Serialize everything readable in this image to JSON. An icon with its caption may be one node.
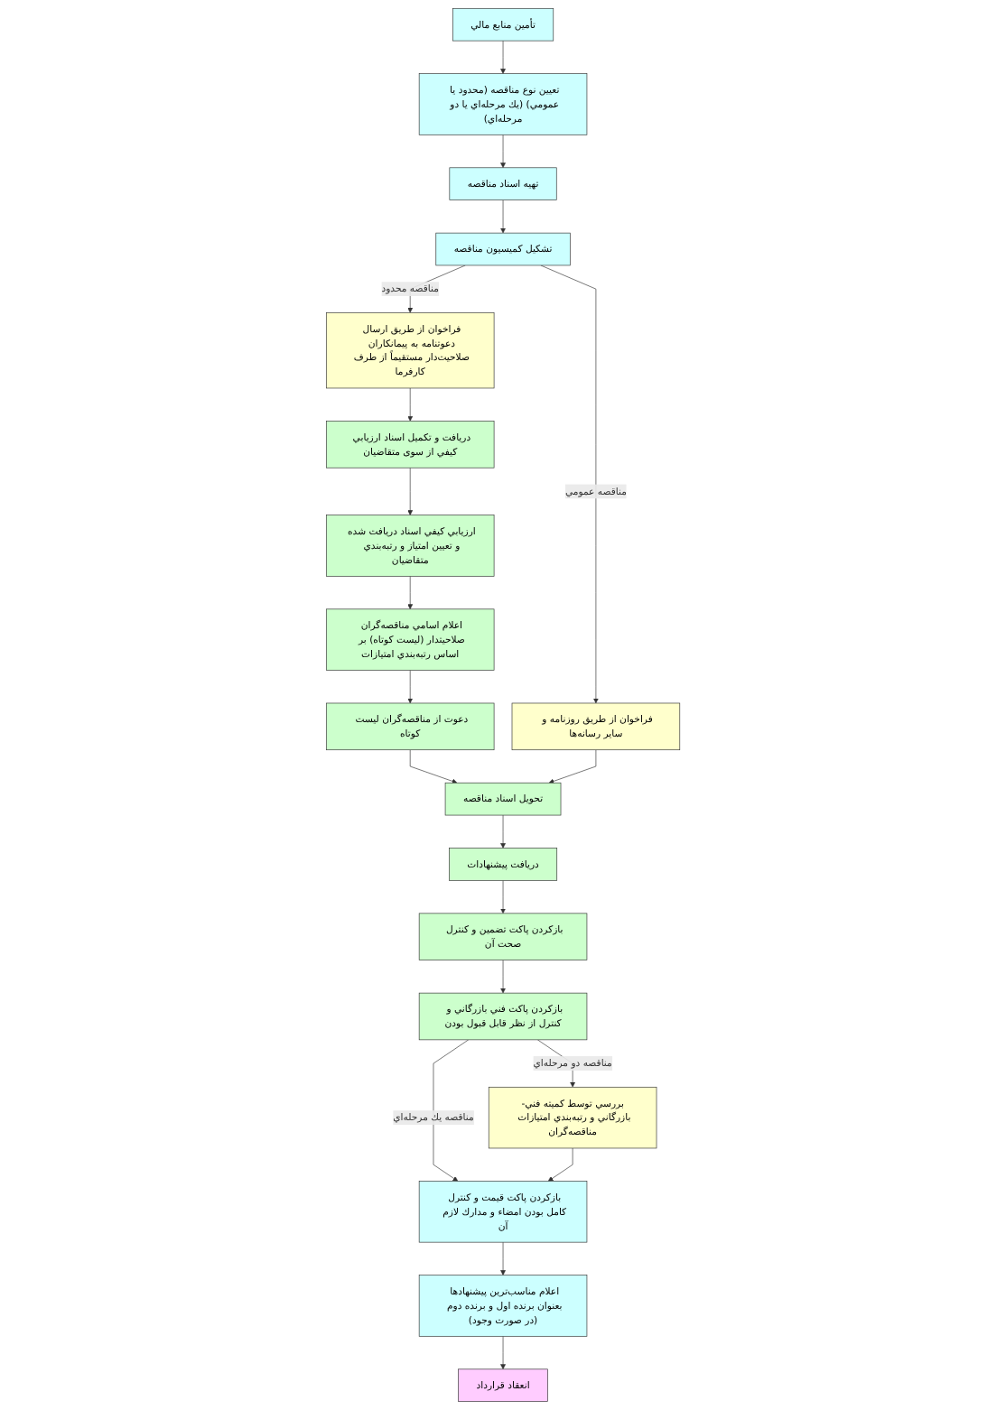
{
  "diagram": {
    "nodes": [
      {
        "text": [
          "تأمین منابع مالي"
        ]
      },
      {
        "text": [
          "تعیین نوع مناقصه (محدود یا عمومي) (یك مرحله‌اي یا دو مرحله‌اي)"
        ]
      },
      {
        "text": [
          "تهیه اسناد مناقصه"
        ]
      },
      {
        "text": [
          "تشکیل کمیسیون مناقصه"
        ]
      },
      {
        "text": [
          "فراخوان از طریق ارسال دعوتنامه به پیمانکاران صلاحیت‌دار مستقیماً از طرف کارفرما"
        ]
      },
      {
        "text": [
          "فراخوان از طریق روزنامه و سایر رسانه‌ها"
        ]
      },
      {
        "text": [
          "دریافت و تکمیل اسناد ارزیابي کیفي از سوی متقاضیان"
        ]
      },
      {
        "text": [
          "ارزیابي کیفي اسناد دریافت شده و تعیین امتیاز و رتبه‌بندي متقاضیان"
        ]
      },
      {
        "text": [
          "اعلام اسامي مناقصه‌گران صلاحیتدار (لیست کوتاه) بر اساس رتبه‌بندي امتیازات"
        ]
      },
      {
        "text": [
          "دعوت از مناقصه‌گران لیست کوتاه"
        ]
      },
      {
        "text": [
          "تحویل اسناد مناقصه"
        ]
      },
      {
        "text": [
          "دریافت پیشنهادات"
        ]
      },
      {
        "text": [
          "بازکردن پاکت تضمین و کنترل صحت آن"
        ]
      },
      {
        "text": [
          "بازکردن پاکت فني بازرگاني و کنترل از نظر قابل قبول بودن"
        ]
      },
      {
        "text": [
          "بررسي توسط کمیته فني-بازرگاني و رتبه‌بندي امتیازات مناقصه‌گران"
        ]
      },
      {
        "text": [
          "بازکردن پاکت قیمت و کنترل کامل بودن امضاء و مدارك لازم آن"
        ]
      },
      {
        "text": [
          "اعلام مناسب‌ترین پیشنهادها بعنوان برنده اول و برنده دوم (در صورت وجود)"
        ]
      },
      {
        "text": [
          "انعقاد قرارداد"
        ]
      }
    ],
    "edges": [
      {
        "from": 0,
        "to": 1,
        "arrow": "to"
      },
      {
        "from": 1,
        "to": 2,
        "arrow": "to"
      },
      {
        "from": 2,
        "to": 3,
        "arrow": "to"
      },
      {
        "from": 3,
        "to": 4,
        "arrow": "to",
        "label": "مناقصه محدود"
      },
      {
        "from": 3,
        "to": 5,
        "arrow": "to",
        "label": "مناقصه عمومي"
      },
      {
        "from": 4,
        "to": 6,
        "arrow": "to"
      },
      {
        "from": 6,
        "to": 7,
        "arrow": "to"
      },
      {
        "from": 7,
        "to": 8,
        "arrow": "to"
      },
      {
        "from": 8,
        "to": 9,
        "arrow": "to"
      },
      {
        "from": 9,
        "to": 10,
        "arrow": "to"
      },
      {
        "from": 5,
        "to": 10,
        "arrow": "to"
      },
      {
        "from": 10,
        "to": 11,
        "arrow": "to"
      },
      {
        "from": 11,
        "to": 12,
        "arrow": "to"
      },
      {
        "from": 12,
        "to": 13,
        "arrow": "to"
      },
      {
        "from": 13,
        "to": 14,
        "arrow": "to",
        "label": "مناقصه دو مرحله‌اي"
      },
      {
        "from": 13,
        "to": 15,
        "arrow": "to",
        "label": "مناقصه یك مرحله‌اي"
      },
      {
        "from": 14,
        "to": 15,
        "arrow": "to"
      },
      {
        "from": 15,
        "to": 16,
        "arrow": "to"
      },
      {
        "from": 16,
        "to": 17,
        "arrow": "to"
      }
    ]
  }
}
